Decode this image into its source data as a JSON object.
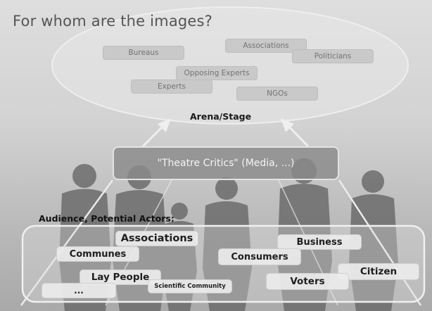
{
  "title": "For whom are the images?",
  "arena": {
    "label": "Arena/Stage",
    "items": [
      "Bureaus",
      "Associations",
      "Politicians",
      "Opposing Experts",
      "Experts",
      "NGOs"
    ]
  },
  "critics": {
    "label": "\"Theatre Critics\" (Media, ...)"
  },
  "audience": {
    "label": "Audience, Potential Actors:",
    "items": [
      "Associations",
      "Business",
      "Communes",
      "Consumers",
      "Citizen",
      "Lay People",
      "Voters",
      "...",
      "Scientific Community"
    ]
  },
  "colors": {
    "background": "#d4d4d4",
    "silhouette": "#686868",
    "critics_box": "#8a8a8a",
    "text": "#1a1a1a"
  }
}
